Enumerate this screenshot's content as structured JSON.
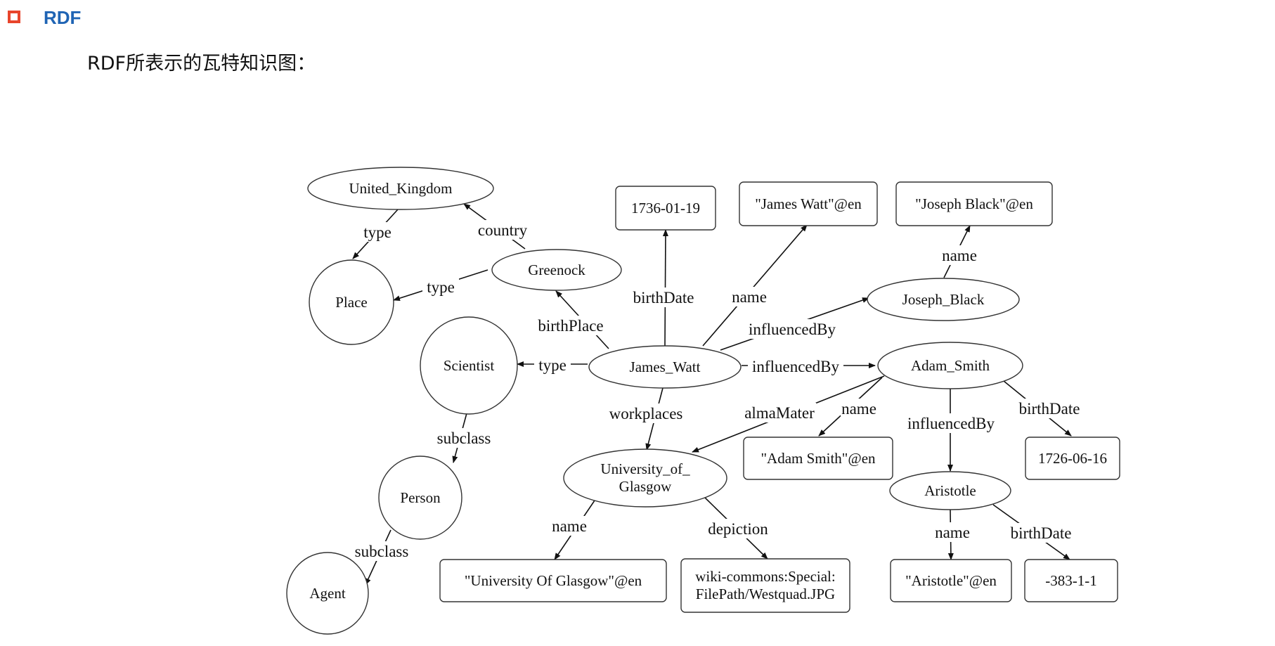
{
  "header": {
    "title": "RDF",
    "subtitle": "RDF所表示的瓦特知识图："
  },
  "diagram": {
    "nodes": [
      {
        "id": "united_kingdom",
        "label": "United_Kingdom",
        "shape": "ellipse"
      },
      {
        "id": "place",
        "label": "Place",
        "shape": "circle"
      },
      {
        "id": "greenock",
        "label": "Greenock",
        "shape": "ellipse"
      },
      {
        "id": "scientist",
        "label": "Scientist",
        "shape": "circle"
      },
      {
        "id": "person",
        "label": "Person",
        "shape": "circle"
      },
      {
        "id": "agent",
        "label": "Agent",
        "shape": "circle"
      },
      {
        "id": "james_watt",
        "label": "James_Watt",
        "shape": "ellipse"
      },
      {
        "id": "date_1736",
        "label": "1736-01-19",
        "shape": "box"
      },
      {
        "id": "james_watt_name",
        "label": "\"James Watt\"@en",
        "shape": "box"
      },
      {
        "id": "joseph_black_name",
        "label": "\"Joseph Black\"@en",
        "shape": "box"
      },
      {
        "id": "joseph_black",
        "label": "Joseph_Black",
        "shape": "ellipse"
      },
      {
        "id": "adam_smith",
        "label": "Adam_Smith",
        "shape": "ellipse"
      },
      {
        "id": "adam_smith_name",
        "label": "\"Adam Smith\"@en",
        "shape": "box"
      },
      {
        "id": "date_1726",
        "label": "1726-06-16",
        "shape": "box"
      },
      {
        "id": "aristotle",
        "label": "Aristotle",
        "shape": "ellipse"
      },
      {
        "id": "aristotle_name",
        "label": "\"Aristotle\"@en",
        "shape": "box"
      },
      {
        "id": "date_383",
        "label": "-383-1-1",
        "shape": "box"
      },
      {
        "id": "glasgow",
        "label": "University_of_ Glasgow",
        "shape": "ellipse"
      },
      {
        "id": "glasgow_name",
        "label": "\"University Of Glasgow\"@en",
        "shape": "box"
      },
      {
        "id": "westquad",
        "label": "wiki-commons:Special: FilePath/Westquad.JPG",
        "shape": "box"
      }
    ],
    "edges": [
      {
        "from": "united_kingdom",
        "to": "place",
        "label": "type"
      },
      {
        "from": "greenock",
        "to": "united_kingdom",
        "label": "country"
      },
      {
        "from": "greenock",
        "to": "place",
        "label": "type"
      },
      {
        "from": "james_watt",
        "to": "greenock",
        "label": "birthPlace"
      },
      {
        "from": "james_watt",
        "to": "scientist",
        "label": "type"
      },
      {
        "from": "scientist",
        "to": "person",
        "label": "subclass"
      },
      {
        "from": "person",
        "to": "agent",
        "label": "subclass"
      },
      {
        "from": "james_watt",
        "to": "date_1736",
        "label": "birthDate"
      },
      {
        "from": "james_watt",
        "to": "james_watt_name",
        "label": "name"
      },
      {
        "from": "james_watt",
        "to": "joseph_black",
        "label": "influencedBy"
      },
      {
        "from": "joseph_black",
        "to": "joseph_black_name",
        "label": "name"
      },
      {
        "from": "james_watt",
        "to": "adam_smith",
        "label": "influencedBy"
      },
      {
        "from": "james_watt",
        "to": "glasgow",
        "label": "workplaces"
      },
      {
        "from": "adam_smith",
        "to": "glasgow",
        "label": "almaMater"
      },
      {
        "from": "adam_smith",
        "to": "adam_smith_name",
        "label": "name"
      },
      {
        "from": "adam_smith",
        "to": "aristotle",
        "label": "influencedBy"
      },
      {
        "from": "adam_smith",
        "to": "date_1726",
        "label": "birthDate"
      },
      {
        "from": "aristotle",
        "to": "aristotle_name",
        "label": "name"
      },
      {
        "from": "aristotle",
        "to": "date_383",
        "label": "birthDate"
      },
      {
        "from": "glasgow",
        "to": "glasgow_name",
        "label": "name"
      },
      {
        "from": "glasgow",
        "to": "westquad",
        "label": "depiction"
      }
    ]
  }
}
